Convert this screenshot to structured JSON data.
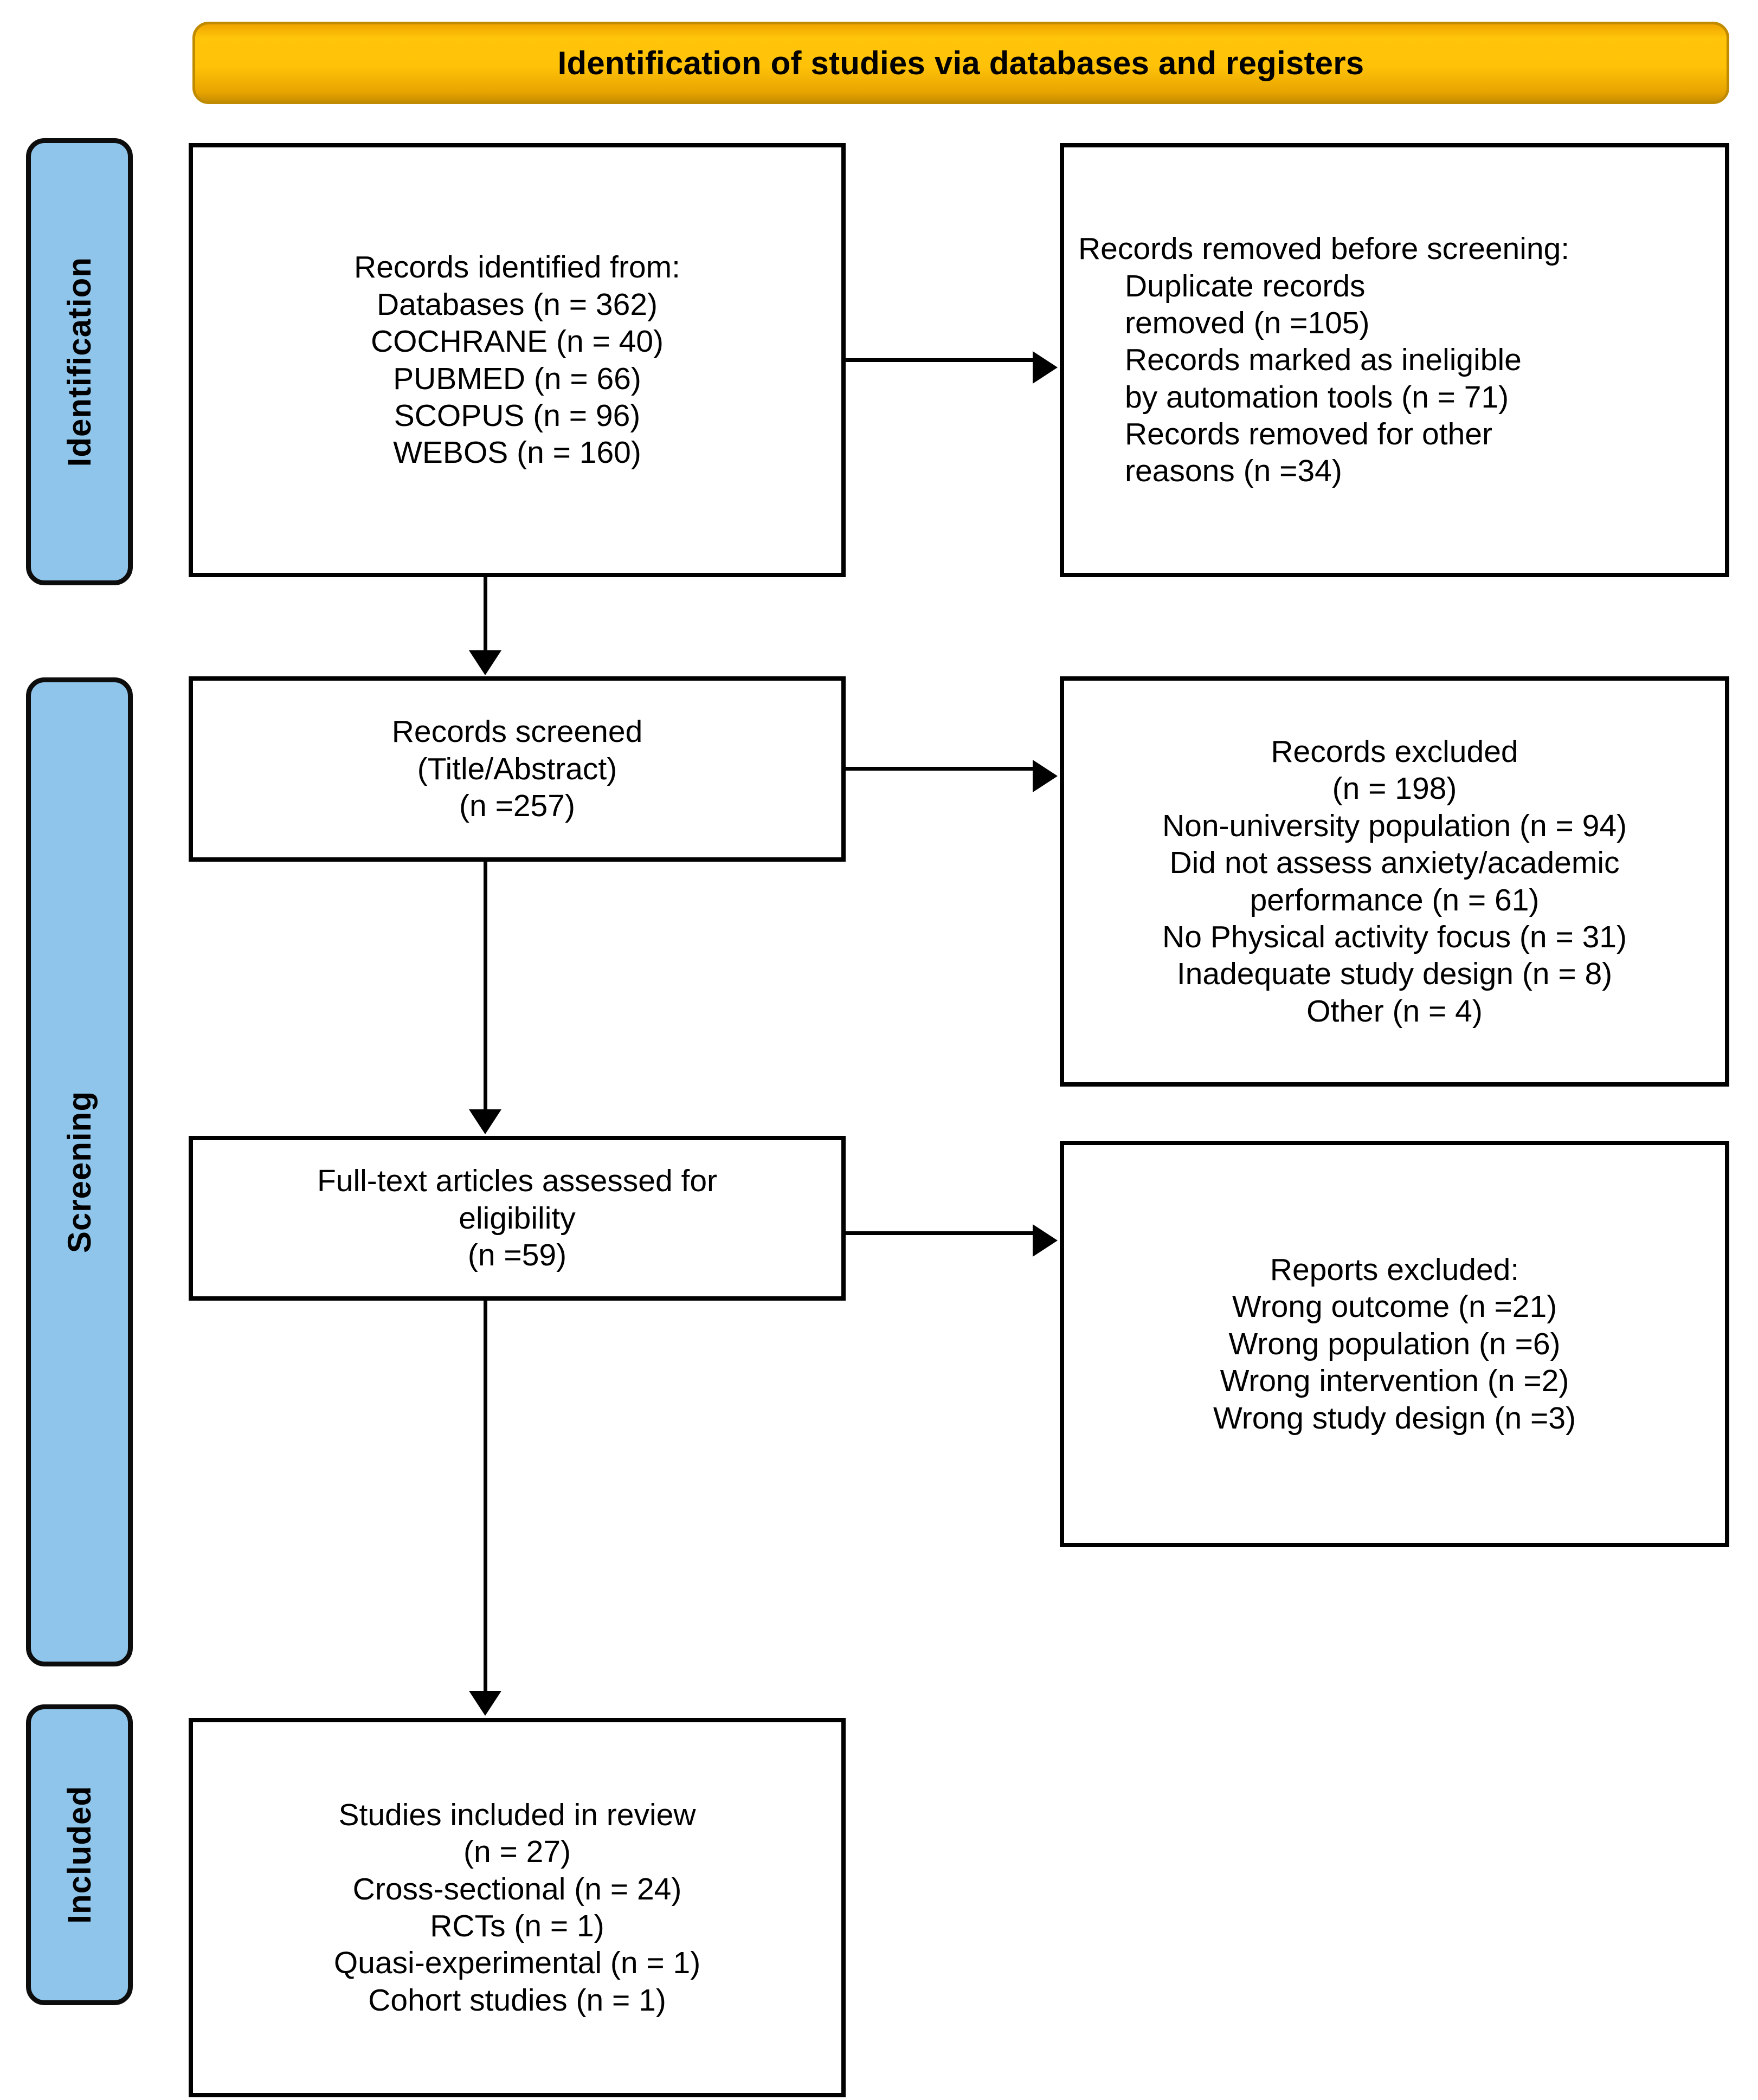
{
  "header": {
    "title": "Identification of studies via databases and registers",
    "banner_color": "#ffc208",
    "banner_border_color": "#c08b00"
  },
  "stages": {
    "identification": "Identification",
    "screening": "Screening",
    "included": "Included",
    "fill_color": "#8fc5ea",
    "border_color": "#0d0d0d"
  },
  "boxes": {
    "records_identified": {
      "align": "center",
      "lines": [
        "Records identified from:",
        "Databases (n = 362)",
        "COCHRANE (n = 40)",
        "PUBMED (n = 66)",
        "SCOPUS (n = 96)",
        "WEBOS (n = 160)"
      ]
    },
    "records_removed": {
      "align": "left",
      "lines": [
        "Records removed ",
        "before screening:",
        "Duplicate records",
        "removed (n =105)",
        "Records marked as ineligible",
        "by automation tools (n = 71)",
        "Records removed for other",
        "reasons (n =34)"
      ]
    },
    "records_screened": {
      "align": "center",
      "lines": [
        "Records screened",
        "(Title/Abstract)",
        "(n =257)"
      ]
    },
    "records_excluded": {
      "align": "center",
      "lines": [
        "Records excluded",
        "(n = 198)",
        "Non-university population (n = 94)",
        "Did not assess anxiety/academic",
        "performance (n = 61)",
        "No Physical activity focus (n = 31)",
        "Inadequate study design (n = 8)",
        "Other (n = 4)"
      ]
    },
    "fulltext_assessed": {
      "align": "center",
      "lines": [
        "Full-text articles assessed for",
        "eligibility",
        "(n =59)"
      ]
    },
    "reports_excluded": {
      "align": "center",
      "lines": [
        "Reports excluded:",
        "Wrong outcome (n =21)",
        "Wrong population (n =6)",
        "Wrong intervention (n =2)",
        "Wrong study design (n =3)"
      ]
    },
    "studies_included": {
      "align": "center",
      "lines": [
        "Studies included in review",
        "(n = 27)",
        "Cross-sectional (n = 24)",
        "RCTs (n = 1)",
        "Quasi-experimental (n = 1)",
        "Cohort studies (n = 1)"
      ]
    }
  },
  "chart_data": {
    "type": "diagram",
    "title": "Identification of studies via databases and registers",
    "diagram_kind": "PRISMA 2020 flow diagram",
    "stages": [
      "Identification",
      "Screening",
      "Included"
    ],
    "nodes": [
      {
        "id": "records_identified",
        "stage": "Identification",
        "total": 362,
        "sources": {
          "COCHRANE": 40,
          "PUBMED": 66,
          "SCOPUS": 96,
          "WEBOS": 160
        }
      },
      {
        "id": "records_removed_before_screening",
        "stage": "Identification",
        "duplicate_records_removed": 105,
        "marked_ineligible_by_automation_tools": 71,
        "removed_for_other_reasons": 34
      },
      {
        "id": "records_screened",
        "stage": "Screening",
        "n": 257,
        "note": "Title/Abstract"
      },
      {
        "id": "records_excluded",
        "stage": "Screening",
        "n": 198,
        "reasons": {
          "Non-university population": 94,
          "Did not assess anxiety/academic performance": 61,
          "No Physical activity focus": 31,
          "Inadequate study design": 8,
          "Other": 4
        }
      },
      {
        "id": "fulltext_assessed",
        "stage": "Screening",
        "n": 59
      },
      {
        "id": "reports_excluded",
        "stage": "Screening",
        "reasons": {
          "Wrong outcome": 21,
          "Wrong population": 6,
          "Wrong intervention": 2,
          "Wrong study design": 3
        }
      },
      {
        "id": "studies_included",
        "stage": "Included",
        "n": 27,
        "designs": {
          "Cross-sectional": 24,
          "RCTs": 1,
          "Quasi-experimental": 1,
          "Cohort studies": 1
        }
      }
    ],
    "edges": [
      {
        "from": "records_identified",
        "to": "records_removed_before_screening",
        "dir": "right"
      },
      {
        "from": "records_identified",
        "to": "records_screened",
        "dir": "down"
      },
      {
        "from": "records_screened",
        "to": "records_excluded",
        "dir": "right"
      },
      {
        "from": "records_screened",
        "to": "fulltext_assessed",
        "dir": "down"
      },
      {
        "from": "fulltext_assessed",
        "to": "reports_excluded",
        "dir": "right"
      },
      {
        "from": "fulltext_assessed",
        "to": "studies_included",
        "dir": "down"
      }
    ]
  }
}
